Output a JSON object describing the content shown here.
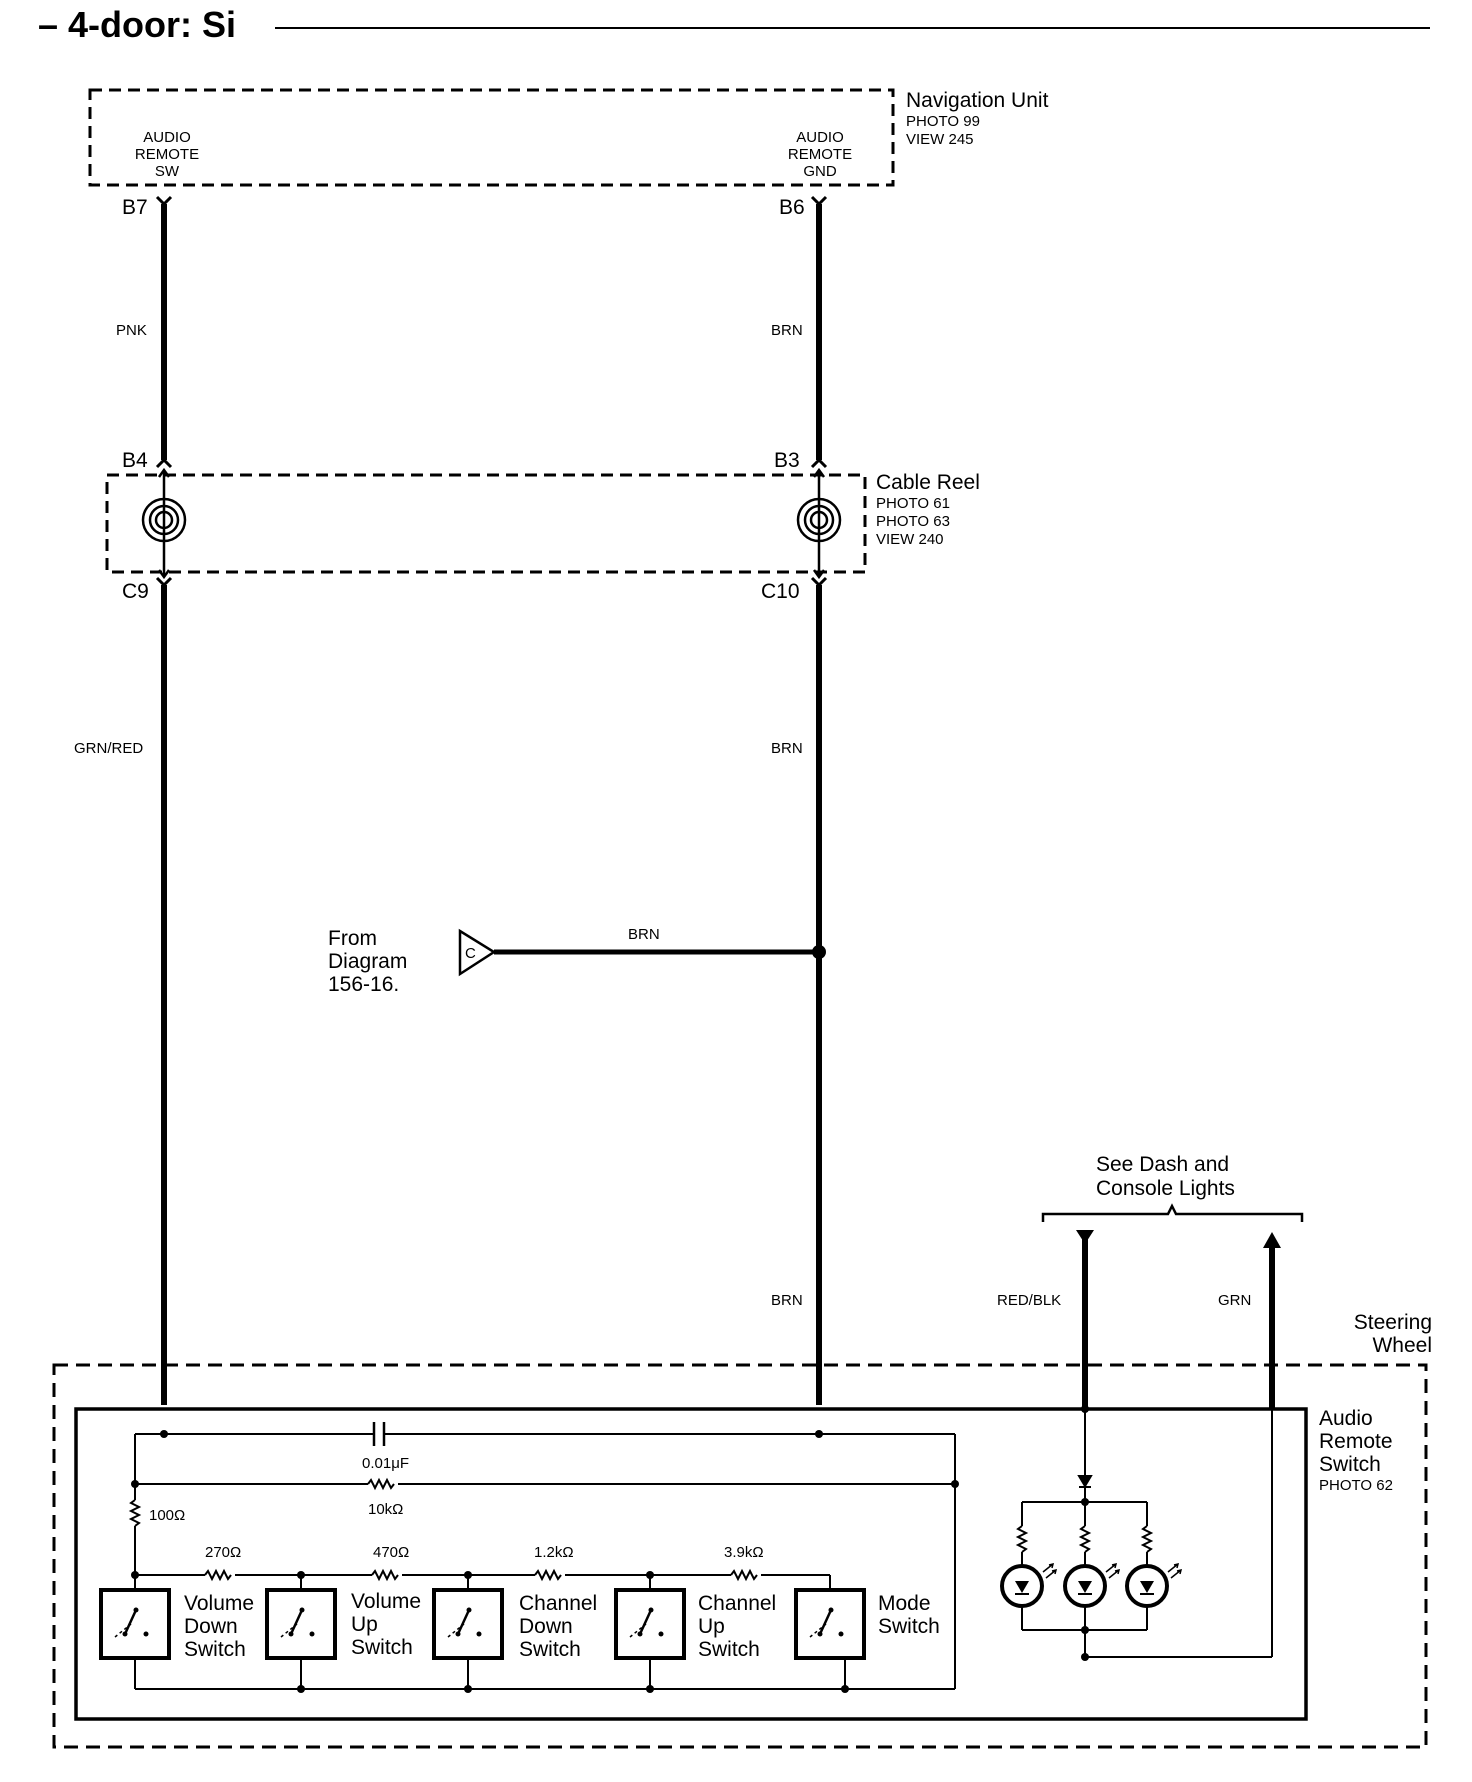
{
  "header": {
    "dash": "–",
    "title": "4-door: Si"
  },
  "navigation_unit": {
    "name": "Navigation Unit",
    "photo": "PHOTO 99",
    "view": "VIEW 245",
    "pin_left": [
      "AUDIO",
      "REMOTE",
      "SW"
    ],
    "pin_right": [
      "AUDIO",
      "REMOTE",
      "GND"
    ]
  },
  "cable_reel": {
    "name": "Cable Reel",
    "photo1": "PHOTO 61",
    "photo2": "PHOTO 63",
    "view": "VIEW 240"
  },
  "terminals": {
    "b7": "B7",
    "b6": "B6",
    "b4": "B4",
    "b3": "B3",
    "c9": "C9",
    "c10": "C10"
  },
  "wires": {
    "pnk": "PNK",
    "brn": "BRN",
    "grn_red": "GRN/RED",
    "red_blk": "RED/BLK",
    "grn": "GRN"
  },
  "from_diagram": {
    "symbol": "C",
    "lines": [
      "From",
      "Diagram",
      "156-16."
    ]
  },
  "dash_lights": {
    "lines": [
      "See Dash and",
      "Console Lights"
    ]
  },
  "steering_wheel": {
    "lines": [
      "Steering",
      "Wheel"
    ]
  },
  "audio_remote_switch": {
    "lines": [
      "Audio",
      "Remote",
      "Switch"
    ],
    "photo": "PHOTO 62"
  },
  "components": {
    "capacitor": "0.01μF",
    "r10k": "10kΩ",
    "r100": "100Ω",
    "r270": "270Ω",
    "r470": "470Ω",
    "r1k2": "1.2kΩ",
    "r3k9": "3.9kΩ"
  },
  "switches": [
    {
      "lines": [
        "Volume",
        "Down",
        "Switch"
      ]
    },
    {
      "lines": [
        "Volume",
        "Up",
        "Switch"
      ]
    },
    {
      "lines": [
        "Channel",
        "Down",
        "Switch"
      ]
    },
    {
      "lines": [
        "Channel",
        "Up",
        "Switch"
      ]
    },
    {
      "lines": [
        "Mode",
        "Switch"
      ]
    }
  ]
}
